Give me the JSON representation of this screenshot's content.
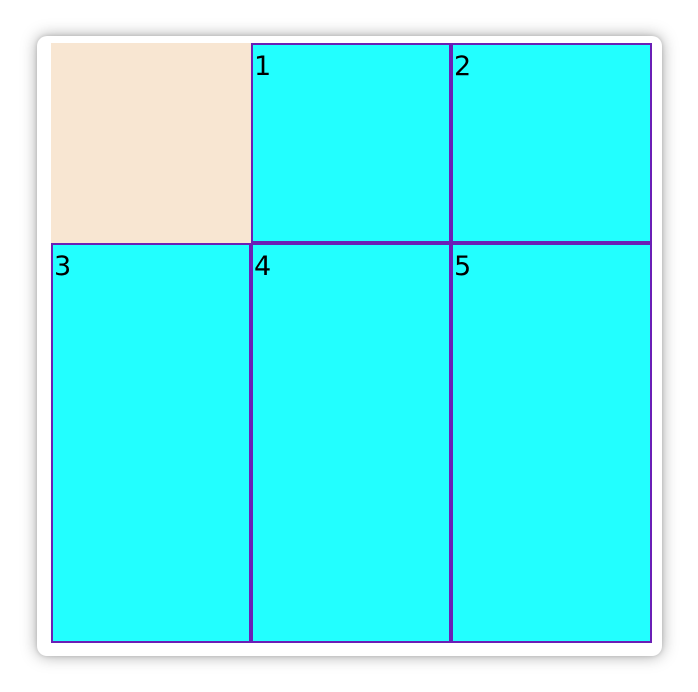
{
  "grid": {
    "items": [
      {
        "label": "1"
      },
      {
        "label": "2"
      },
      {
        "label": "3"
      },
      {
        "label": "4"
      },
      {
        "label": "5"
      }
    ]
  },
  "colors": {
    "item_fill": "#22ffff",
    "item_border": "#6a1fb6",
    "container_background": "#f8e6d2",
    "window_background": "#ffffff"
  }
}
